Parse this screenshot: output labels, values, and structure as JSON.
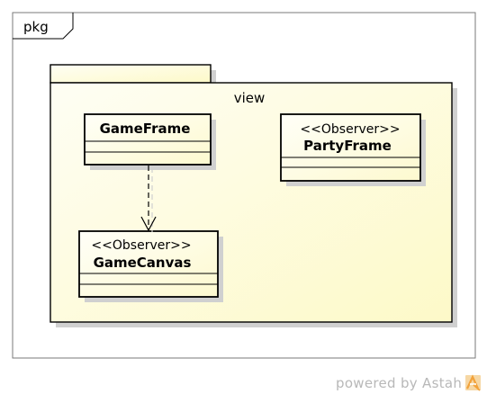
{
  "diagram": {
    "frame": {
      "label": "pkg"
    },
    "package": {
      "name": "view"
    },
    "classes": [
      {
        "id": "gameframe",
        "name": "GameFrame",
        "stereotype": ""
      },
      {
        "id": "partyframe",
        "name": "PartyFrame",
        "stereotype": "<<Observer>>"
      },
      {
        "id": "gamecanvas",
        "name": "GameCanvas",
        "stereotype": "<<Observer>>"
      }
    ],
    "dependencies": [
      {
        "from": "gameframe",
        "to": "gamecanvas",
        "style": "dashed-open-arrow"
      }
    ]
  },
  "footer": {
    "text": "powered by Astah"
  },
  "colors": {
    "package_fill_start": "#fefef2",
    "package_fill_end": "#fdf9c9",
    "shadow": "#d2d2d2",
    "line": "#000000",
    "footer_text": "#b8b8b8",
    "logo_orange": "#f2a23a"
  }
}
